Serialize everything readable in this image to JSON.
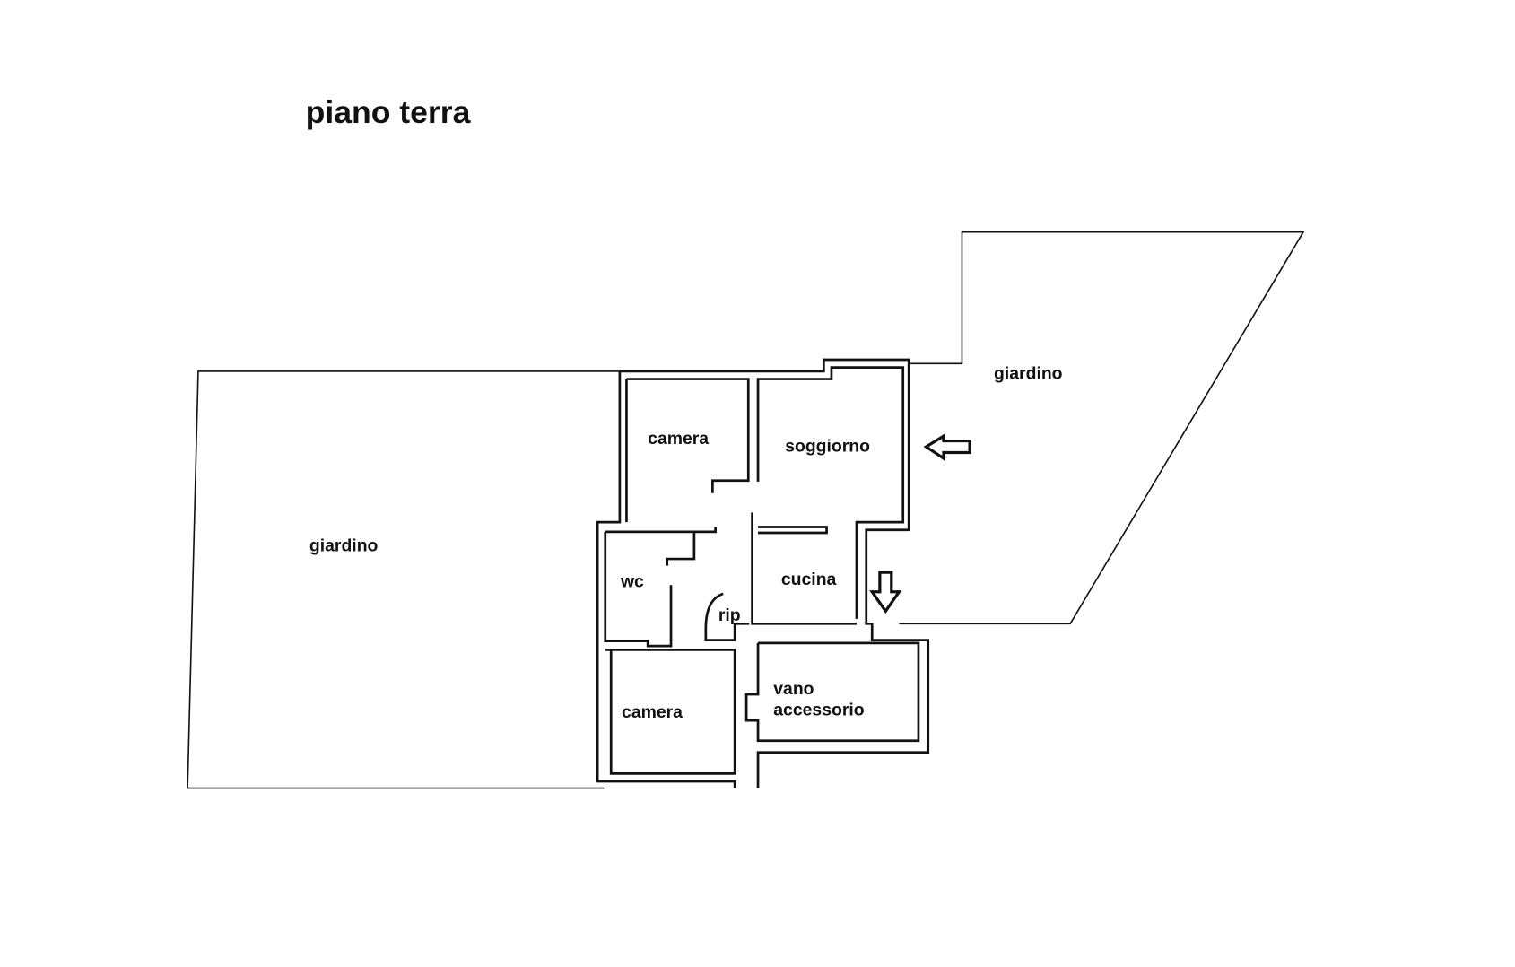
{
  "title": "piano terra",
  "rooms": {
    "garden_left": "giardino",
    "garden_right": "giardino",
    "camera_top": "camera",
    "soggiorno": "soggiorno",
    "wc": "wc",
    "cucina": "cucina",
    "rip": "rip",
    "camera_bottom": "camera",
    "vano_line1": "vano",
    "vano_line2": "accessorio"
  },
  "icons": [
    "entrance-arrow-left",
    "entrance-arrow-down"
  ]
}
